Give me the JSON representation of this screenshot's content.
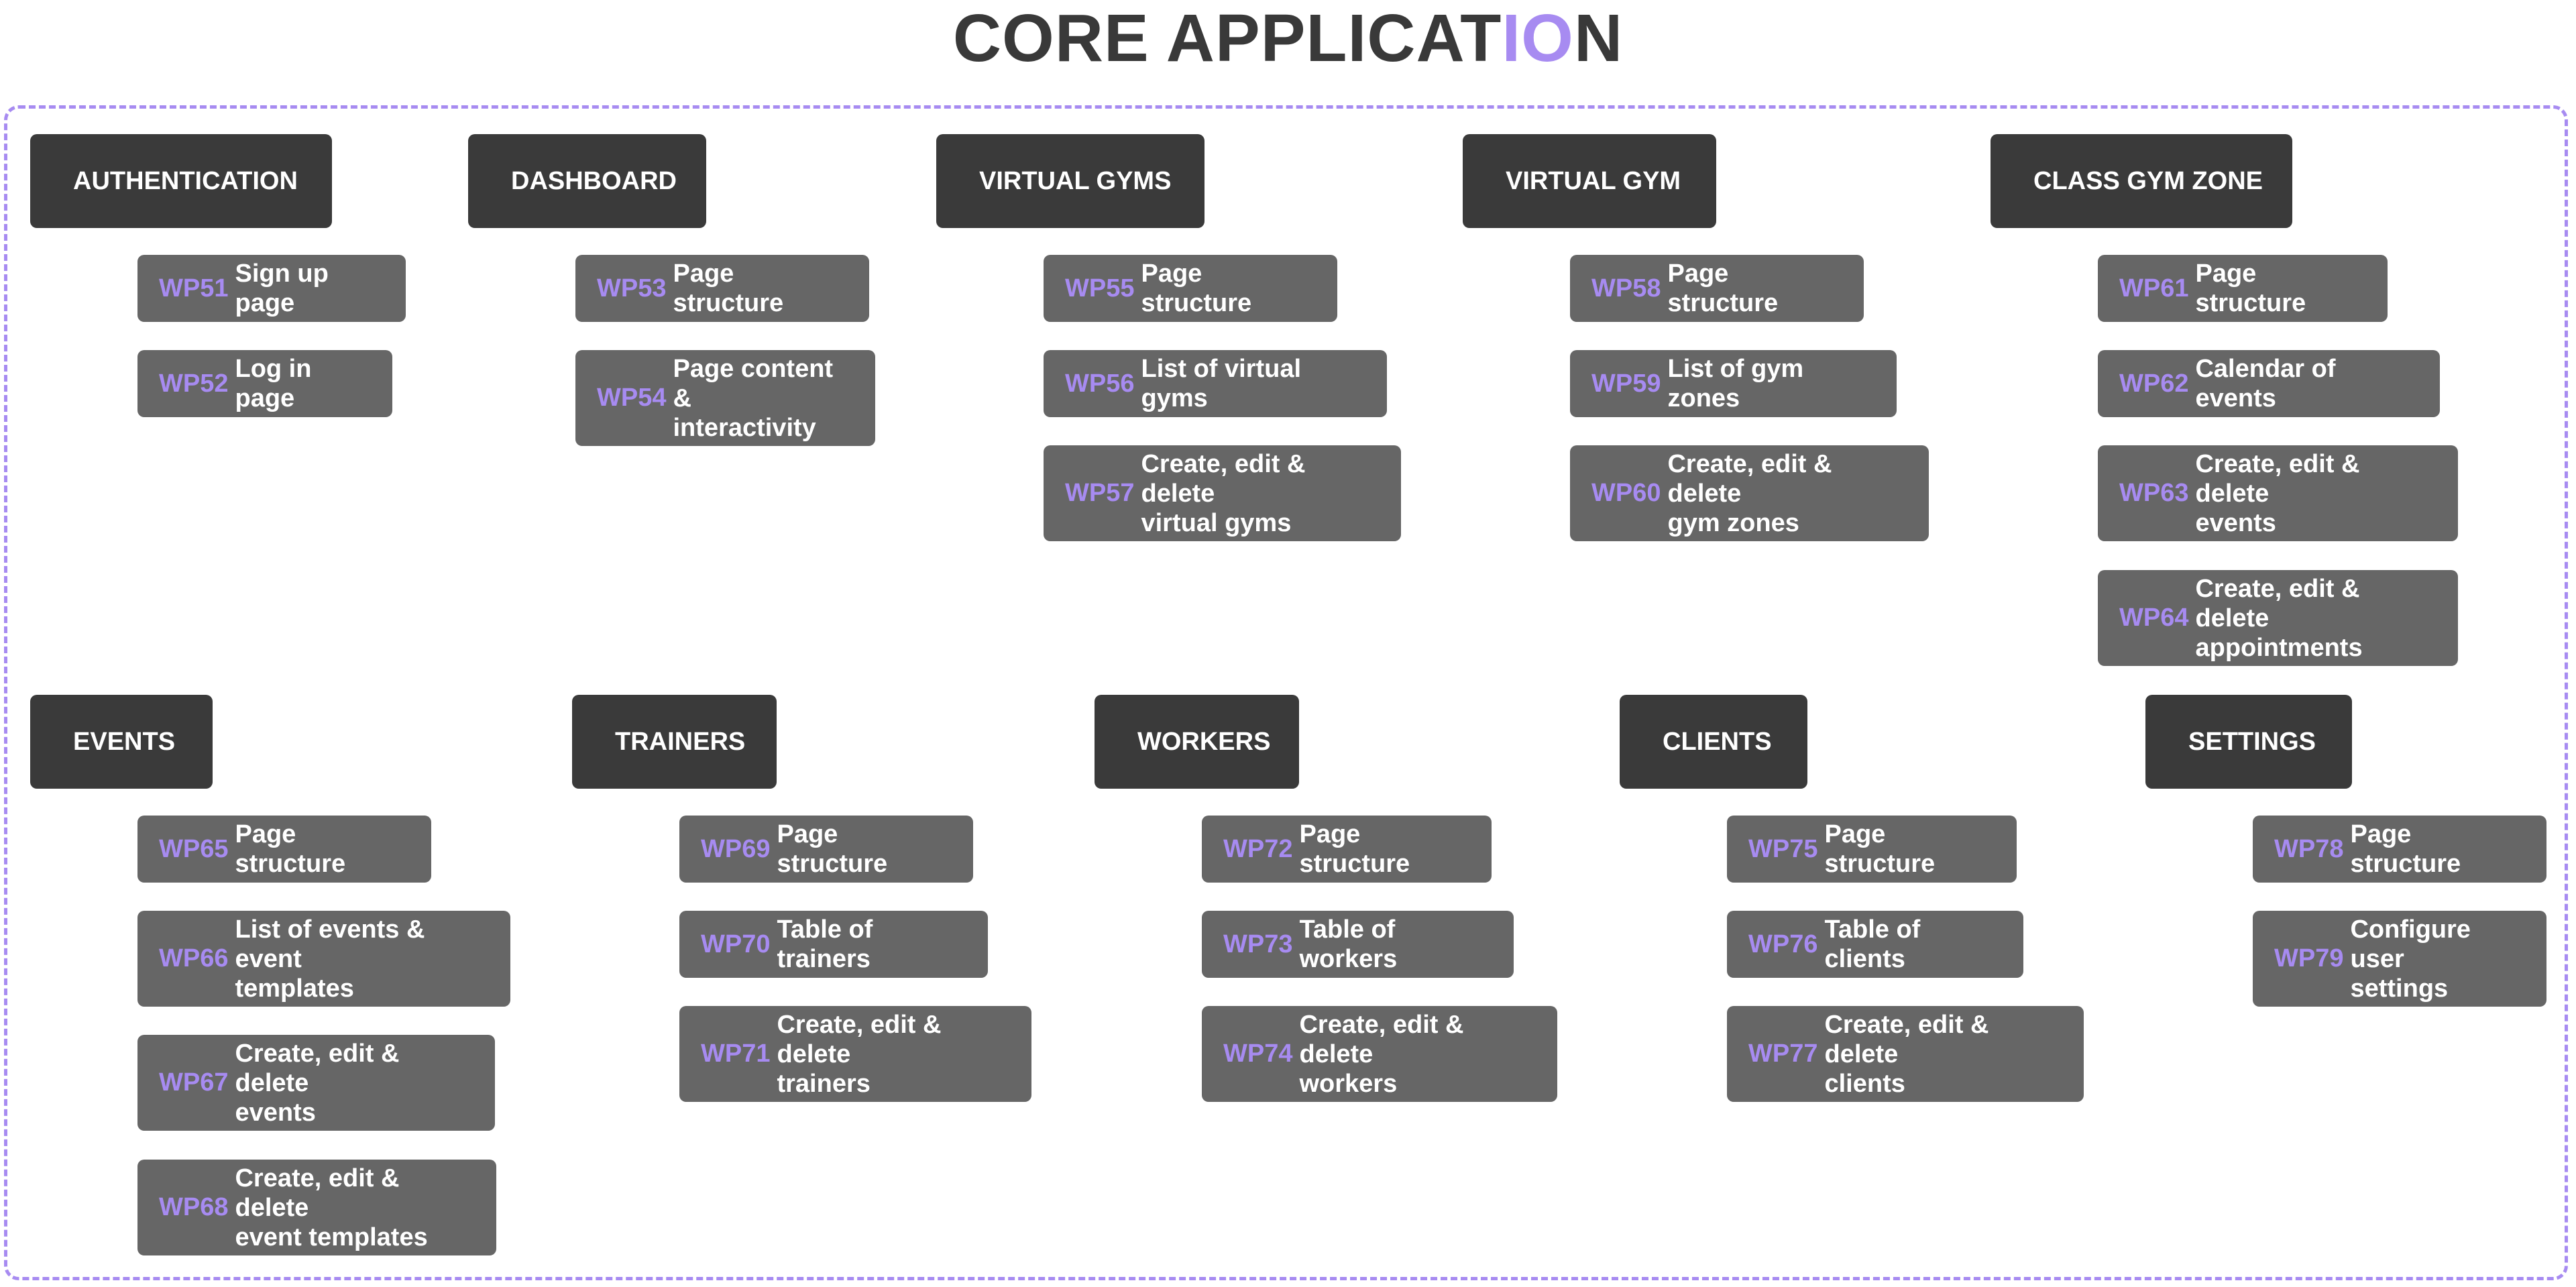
{
  "title": {
    "main": "CORE APPLICAT",
    "accent": "IO",
    "end": "N"
  },
  "sections": {
    "authentication": {
      "header": "AUTHENTICATION",
      "items": [
        {
          "code": "WP51",
          "label": "Sign up page"
        },
        {
          "code": "WP52",
          "label": "Log in page"
        }
      ]
    },
    "dashboard": {
      "header": "DASHBOARD",
      "items": [
        {
          "code": "WP53",
          "label": "Page structure"
        },
        {
          "code": "WP54",
          "label": "Page content &\ninteractivity"
        }
      ]
    },
    "virtual_gyms": {
      "header": "VIRTUAL GYMS",
      "items": [
        {
          "code": "WP55",
          "label": "Page structure"
        },
        {
          "code": "WP56",
          "label": "List of virtual gyms"
        },
        {
          "code": "WP57",
          "label": "Create, edit & delete\nvirtual gyms"
        }
      ]
    },
    "virtual_gym": {
      "header": "VIRTUAL GYM",
      "items": [
        {
          "code": "WP58",
          "label": "Page structure"
        },
        {
          "code": "WP59",
          "label": "List of gym zones"
        },
        {
          "code": "WP60",
          "label": "Create, edit & delete\ngym zones"
        }
      ]
    },
    "class_gym_zone": {
      "header": "CLASS GYM ZONE",
      "items": [
        {
          "code": "WP61",
          "label": "Page structure"
        },
        {
          "code": "WP62",
          "label": "Calendar of events"
        },
        {
          "code": "WP63",
          "label": "Create, edit & delete\nevents"
        },
        {
          "code": "WP64",
          "label": "Create, edit & delete\nappointments"
        }
      ]
    },
    "events": {
      "header": "EVENTS",
      "items": [
        {
          "code": "WP65",
          "label": "Page structure"
        },
        {
          "code": "WP66",
          "label": "List of events & event\ntemplates"
        },
        {
          "code": "WP67",
          "label": "Create, edit & delete\nevents"
        },
        {
          "code": "WP68",
          "label": "Create, edit & delete\nevent templates"
        }
      ]
    },
    "trainers": {
      "header": "TRAINERS",
      "items": [
        {
          "code": "WP69",
          "label": "Page structure"
        },
        {
          "code": "WP70",
          "label": "Table of trainers"
        },
        {
          "code": "WP71",
          "label": "Create, edit & delete\ntrainers"
        }
      ]
    },
    "workers": {
      "header": "WORKERS",
      "items": [
        {
          "code": "WP72",
          "label": "Page structure"
        },
        {
          "code": "WP73",
          "label": "Table of workers"
        },
        {
          "code": "WP74",
          "label": "Create, edit & delete\nworkers"
        }
      ]
    },
    "clients": {
      "header": "CLIENTS",
      "items": [
        {
          "code": "WP75",
          "label": "Page structure"
        },
        {
          "code": "WP76",
          "label": "Table of clients"
        },
        {
          "code": "WP77",
          "label": "Create, edit & delete\nclients"
        }
      ]
    },
    "settings": {
      "header": "SETTINGS",
      "items": [
        {
          "code": "WP78",
          "label": "Page structure"
        },
        {
          "code": "WP79",
          "label": "Configure user\nsettings"
        }
      ]
    }
  }
}
